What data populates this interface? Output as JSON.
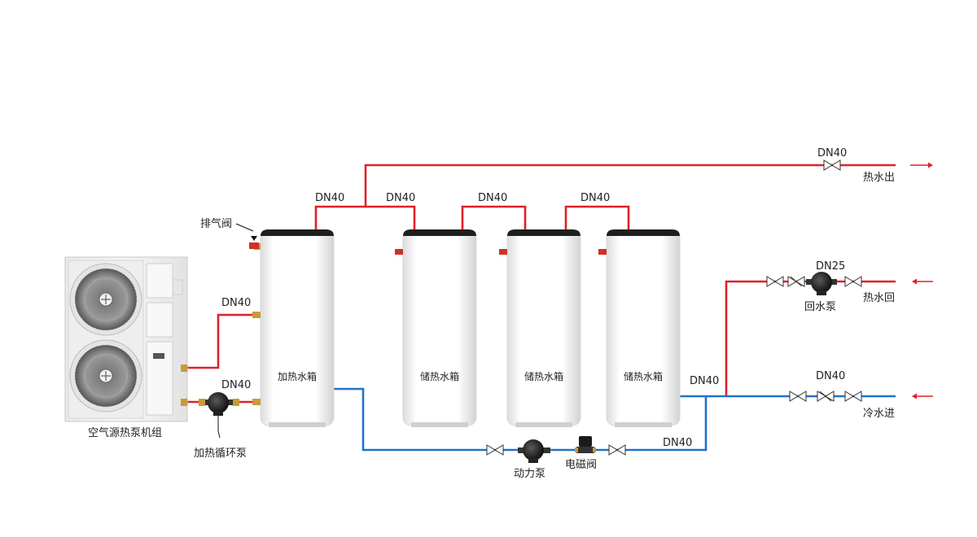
{
  "colors": {
    "hot": "#e0202a",
    "cold": "#1f73c8",
    "tank": "#ffffff",
    "tank_cap": "#1e1e1e"
  },
  "labels": {
    "pipe_hot_outlet": "DN40",
    "pipe_tank1_top": "DN40",
    "pipe_tank2_top": "DN40",
    "pipe_tank3_top": "DN40",
    "pipe_tank4_top": "DN40",
    "pipe_return": "DN25",
    "pipe_heatpump_upper": "DN40",
    "pipe_heatpump_lower": "DN40",
    "pipe_cold_inlet_right": "DN40",
    "pipe_cold_bottom": "DN40",
    "pipe_cold_tail": "DN40",
    "hot_water_out": "热水出",
    "hot_water_return": "热水回",
    "cold_water_in": "冷水进",
    "return_pump": "回水泵",
    "air_vent_valve": "排气阀",
    "heating_circ_pump": "加热循环泵",
    "heat_pump_unit": "空气源热泵机组",
    "power_pump": "动力泵",
    "solenoid_valve": "电磁阀"
  },
  "tanks": [
    {
      "label": "加热水箱"
    },
    {
      "label": "储热水箱"
    },
    {
      "label": "储热水箱"
    },
    {
      "label": "储热水箱"
    }
  ],
  "icons": {
    "heat_pump": "heat-pump-unit-icon",
    "pump": "circulation-pump-icon",
    "valve": "gate-valve-icon",
    "check_valve": "check-valve-icon",
    "solenoid": "solenoid-valve-icon",
    "arrow": "flow-arrow-icon"
  }
}
